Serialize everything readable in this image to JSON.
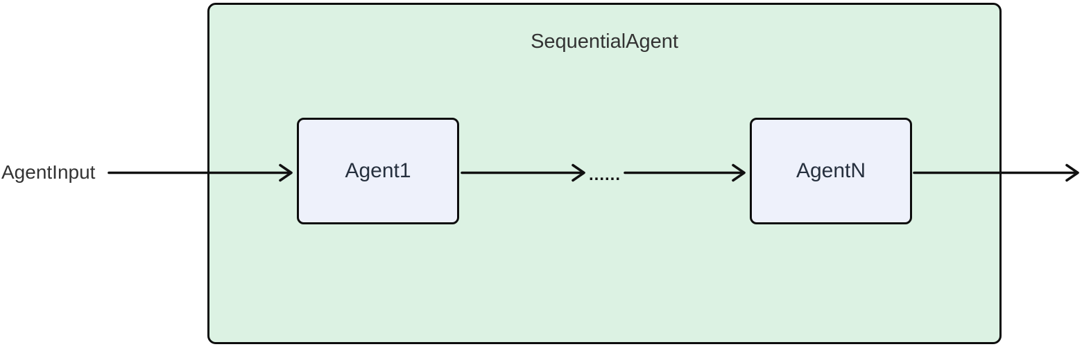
{
  "diagram": {
    "type": "flowchart",
    "direction": "left-to-right",
    "background": "#ffffff",
    "container": {
      "label": "SequentialAgent",
      "fill": "#dcf2e3",
      "border_color": "#0d0d0d",
      "label_color": "#333333"
    },
    "nodes": [
      {
        "id": "agent1",
        "label": "Agent1",
        "fill": "#eef1fb",
        "border_color": "#0d0d0d",
        "text_color": "#26303e"
      },
      {
        "id": "agentN",
        "label": "AgentN",
        "fill": "#eef1fb",
        "border_color": "#0d0d0d",
        "text_color": "#26303e"
      }
    ],
    "input_label": "AgentInput",
    "ellipsis_label": "......",
    "edges": [
      {
        "from": "AgentInput",
        "to": "Agent1",
        "style": "arrow"
      },
      {
        "from": "Agent1",
        "to": "......",
        "style": "arrow"
      },
      {
        "from": "......",
        "to": "AgentN",
        "style": "arrow"
      },
      {
        "from": "AgentN",
        "to": "outside-right",
        "style": "arrow"
      }
    ],
    "arrow_color": "#111111"
  }
}
